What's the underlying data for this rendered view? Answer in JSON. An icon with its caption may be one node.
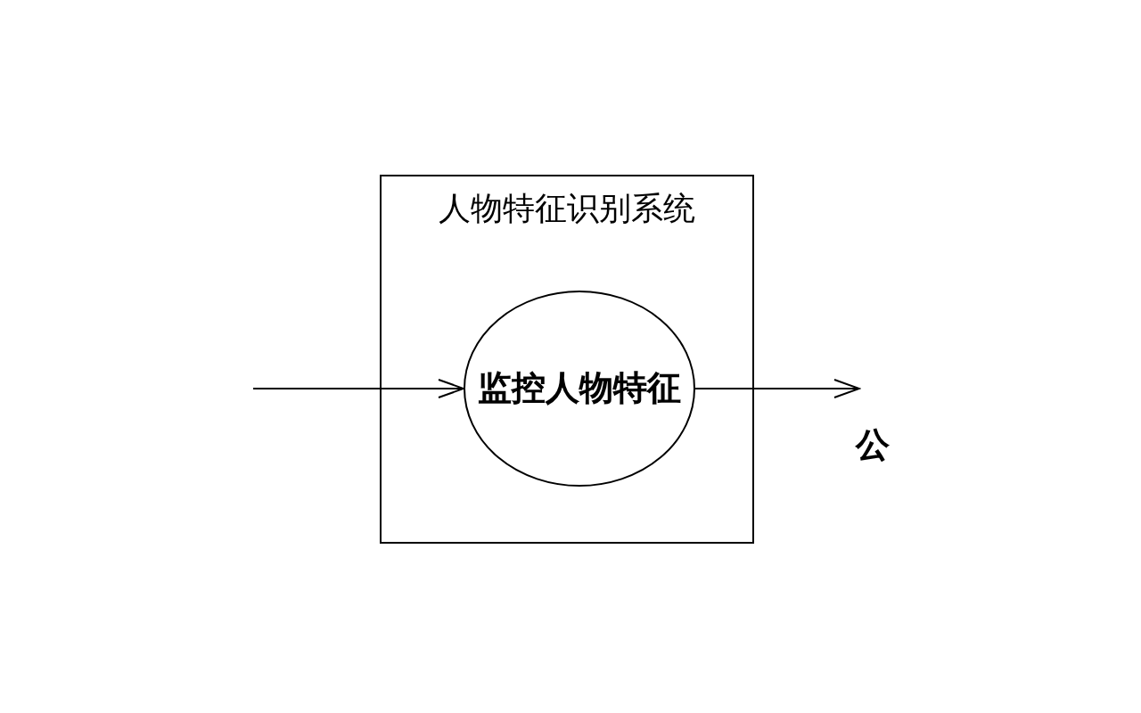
{
  "diagram": {
    "nodes": [
      {
        "text": [
          "人物特征识别系统"
        ]
      },
      {
        "text": [
          "监控人物特征"
        ],
        "in": 0
      }
    ],
    "edges": [
      {
        "from": null,
        "to": 1,
        "arrow": "to"
      },
      {
        "from": 1,
        "to": null,
        "arrow": "to"
      }
    ],
    "labels": [
      "公"
    ]
  }
}
